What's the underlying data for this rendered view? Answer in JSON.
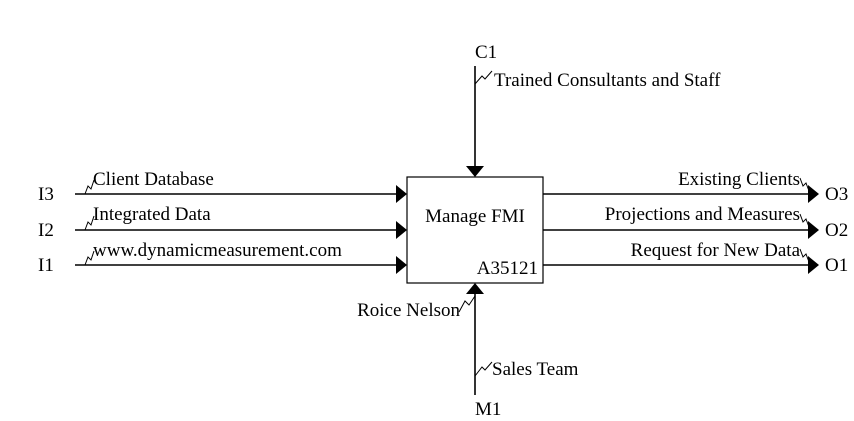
{
  "activity": {
    "title": "Manage FMI",
    "node": "A35121"
  },
  "controls": [
    {
      "code": "C1",
      "label": "Trained Consultants and Staff"
    }
  ],
  "inputs": [
    {
      "code": "I3",
      "label": "Client Database"
    },
    {
      "code": "I2",
      "label": "Integrated Data"
    },
    {
      "code": "I1",
      "label": "www.dynamicmeasurement.com"
    }
  ],
  "outputs": [
    {
      "code": "O3",
      "label": "Existing Clients"
    },
    {
      "code": "O2",
      "label": "Projections and Measures"
    },
    {
      "code": "O1",
      "label": "Request for New Data"
    }
  ],
  "mechanisms": [
    {
      "code": "M1",
      "label": "Sales Team"
    },
    {
      "code": "",
      "label": "Roice Nelson"
    }
  ]
}
